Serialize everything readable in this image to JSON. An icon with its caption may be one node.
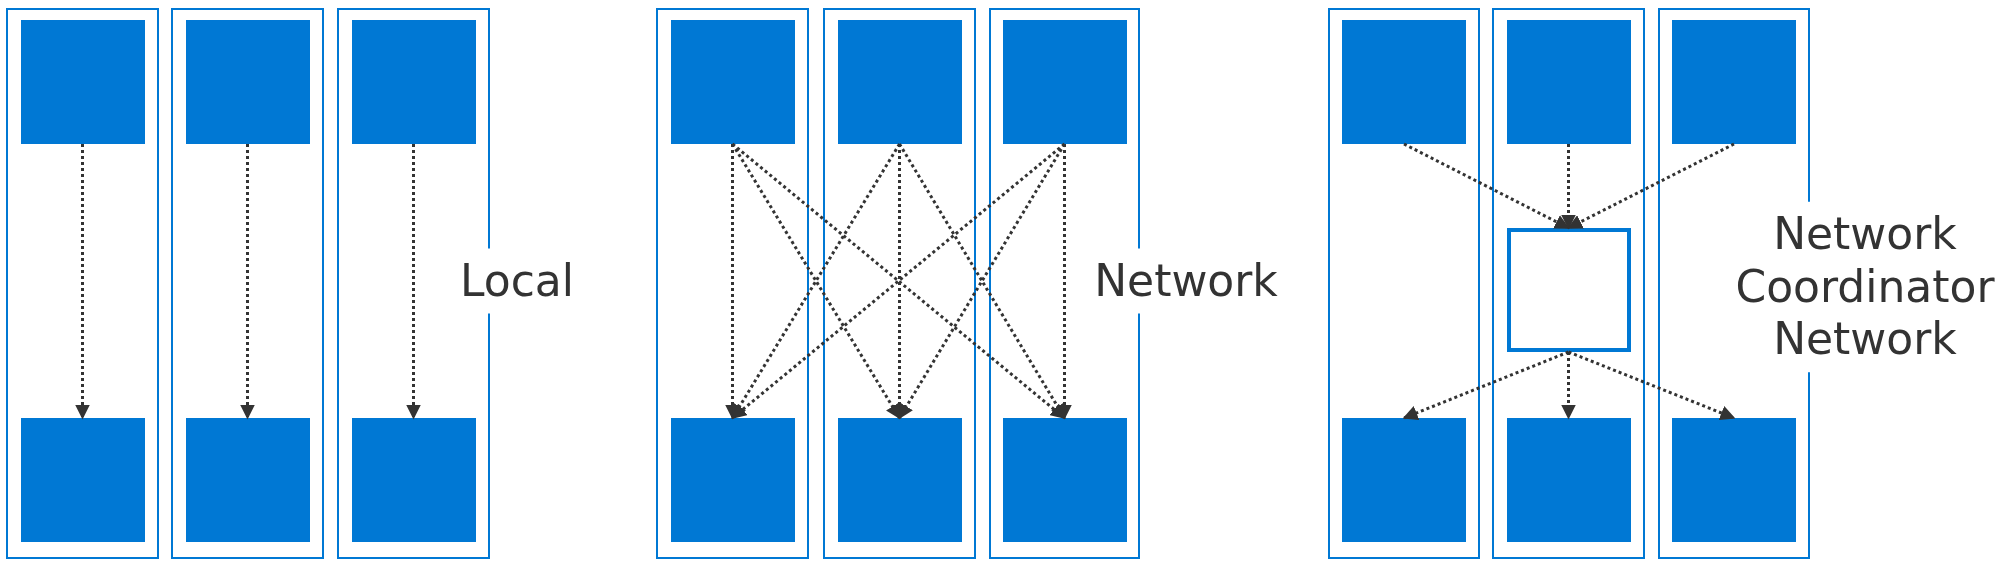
{
  "diagram": {
    "nodes": [
      {
        "text": [],
        "shape": "box"
      },
      {
        "text": [],
        "shape": "box",
        "in": 0
      },
      {
        "text": [],
        "shape": "box",
        "in": 0
      },
      {
        "text": [],
        "shape": "box"
      },
      {
        "text": [],
        "shape": "box",
        "in": 3
      },
      {
        "text": [],
        "shape": "box",
        "in": 3
      },
      {
        "text": [],
        "shape": "box"
      },
      {
        "text": [],
        "shape": "box",
        "in": 6
      },
      {
        "text": [],
        "shape": "box",
        "in": 6
      },
      {
        "text": [],
        "shape": "box"
      },
      {
        "text": [],
        "shape": "box",
        "in": 9
      },
      {
        "text": [],
        "shape": "box",
        "in": 9
      },
      {
        "text": [],
        "shape": "box"
      },
      {
        "text": [],
        "shape": "box",
        "in": 12
      },
      {
        "text": [],
        "shape": "box",
        "in": 12
      },
      {
        "text": [],
        "shape": "box"
      },
      {
        "text": [],
        "shape": "box",
        "in": 15
      },
      {
        "text": [],
        "shape": "box",
        "in": 15
      },
      {
        "text": [],
        "shape": "box"
      },
      {
        "text": [],
        "shape": "box",
        "in": 18
      },
      {
        "text": [],
        "shape": "box",
        "in": 18
      },
      {
        "text": [],
        "shape": "box"
      },
      {
        "text": [],
        "shape": "box",
        "in": 21
      },
      {
        "text": [],
        "shape": "box",
        "in": 21
      },
      {
        "text": [],
        "shape": "box",
        "in": 21
      },
      {
        "text": [],
        "shape": "box"
      },
      {
        "text": [],
        "shape": "box",
        "in": 25
      },
      {
        "text": [],
        "shape": "box",
        "in": 25
      }
    ],
    "edges": [
      {
        "from": 1,
        "to": 2,
        "arrow": "to",
        "style": "dashed"
      },
      {
        "from": 4,
        "to": 5,
        "arrow": "to",
        "style": "dashed"
      },
      {
        "from": 7,
        "to": 8,
        "arrow": "to",
        "style": "dashed"
      },
      {
        "from": 10,
        "to": 11,
        "arrow": "to",
        "style": "dashed"
      },
      {
        "from": 10,
        "to": 14,
        "arrow": "to",
        "style": "dashed"
      },
      {
        "from": 10,
        "to": 17,
        "arrow": "to",
        "style": "dashed"
      },
      {
        "from": 13,
        "to": 11,
        "arrow": "to",
        "style": "dashed"
      },
      {
        "from": 13,
        "to": 14,
        "arrow": "to",
        "style": "dashed"
      },
      {
        "from": 13,
        "to": 17,
        "arrow": "to",
        "style": "dashed"
      },
      {
        "from": 16,
        "to": 11,
        "arrow": "to",
        "style": "dashed"
      },
      {
        "from": 16,
        "to": 14,
        "arrow": "to",
        "style": "dashed"
      },
      {
        "from": 16,
        "to": 17,
        "arrow": "to",
        "style": "dashed"
      },
      {
        "from": 19,
        "to": 23,
        "arrow": "to",
        "style": "dashed"
      },
      {
        "from": 22,
        "to": 23,
        "arrow": "to",
        "style": "dashed"
      },
      {
        "from": 26,
        "to": 23,
        "arrow": "to",
        "style": "dashed"
      },
      {
        "from": 23,
        "to": 20,
        "arrow": "to",
        "style": "dashed"
      },
      {
        "from": 23,
        "to": 24,
        "arrow": "to",
        "style": "dashed"
      },
      {
        "from": 23,
        "to": 27,
        "arrow": "to",
        "style": "dashed"
      }
    ],
    "labels": [
      "Local",
      "Network",
      "Network Coordinator Network"
    ]
  }
}
